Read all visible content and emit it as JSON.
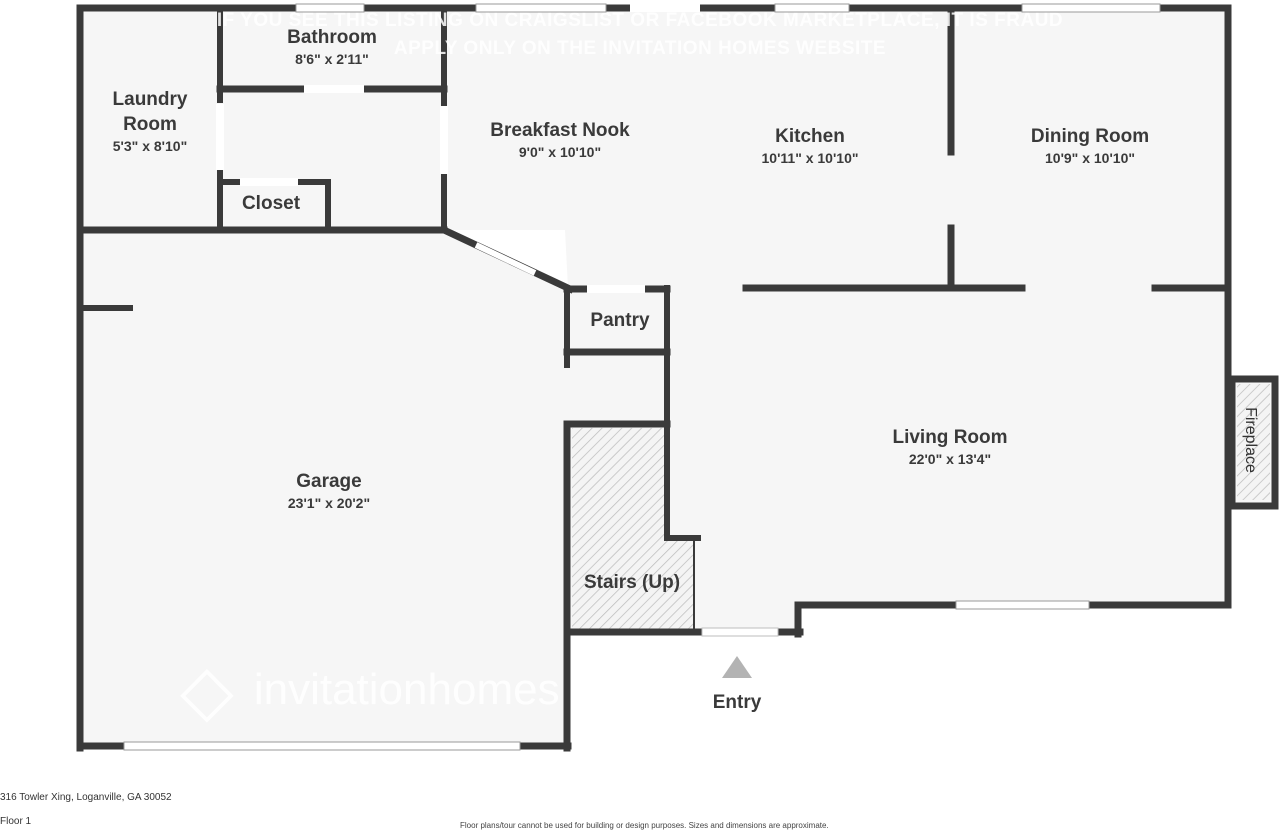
{
  "floor_plan": {
    "address": "316 Towler Xing, Loganville, GA 30052",
    "floor": "Floor 1",
    "disclaimer": "Floor plans/tour cannot be used for building or design purposes. Sizes and dimensions are approximate.",
    "watermark_line1": "IF YOU SEE THIS LISTING ON CRAIGSLIST OR FACEBOOK MARKETPLACE, IT IS FRAUD",
    "watermark_line2": "APPLY ONLY ON THE INVITATION HOMES WEBSITE",
    "logo_text": "invitationhomes",
    "entry_label": "Entry",
    "colors": {
      "wall": "#3a3a3a",
      "floor": "#f6f6f6",
      "background": "#ffffff",
      "entry_arrow": "#b3b3b3",
      "hatch": "#bdbdbd"
    },
    "rooms": [
      {
        "name": "Laundry Room",
        "name_line1": "Laundry",
        "name_line2": "Room",
        "dimensions": "5'3\" x 8'10\""
      },
      {
        "name": "Bathroom",
        "dimensions": "8'6\" x 2'11\""
      },
      {
        "name": "Closet",
        "dimensions": ""
      },
      {
        "name": "Breakfast Nook",
        "dimensions": "9'0\" x 10'10\""
      },
      {
        "name": "Kitchen",
        "dimensions": "10'11\" x 10'10\""
      },
      {
        "name": "Dining Room",
        "dimensions": "10'9\" x 10'10\""
      },
      {
        "name": "Pantry",
        "dimensions": ""
      },
      {
        "name": "Garage",
        "dimensions": "23'1\" x 20'2\""
      },
      {
        "name": "Living Room",
        "dimensions": "22'0\" x 13'4\""
      },
      {
        "name": "Stairs (Up)",
        "dimensions": ""
      },
      {
        "name": "Fireplace",
        "dimensions": ""
      }
    ]
  }
}
